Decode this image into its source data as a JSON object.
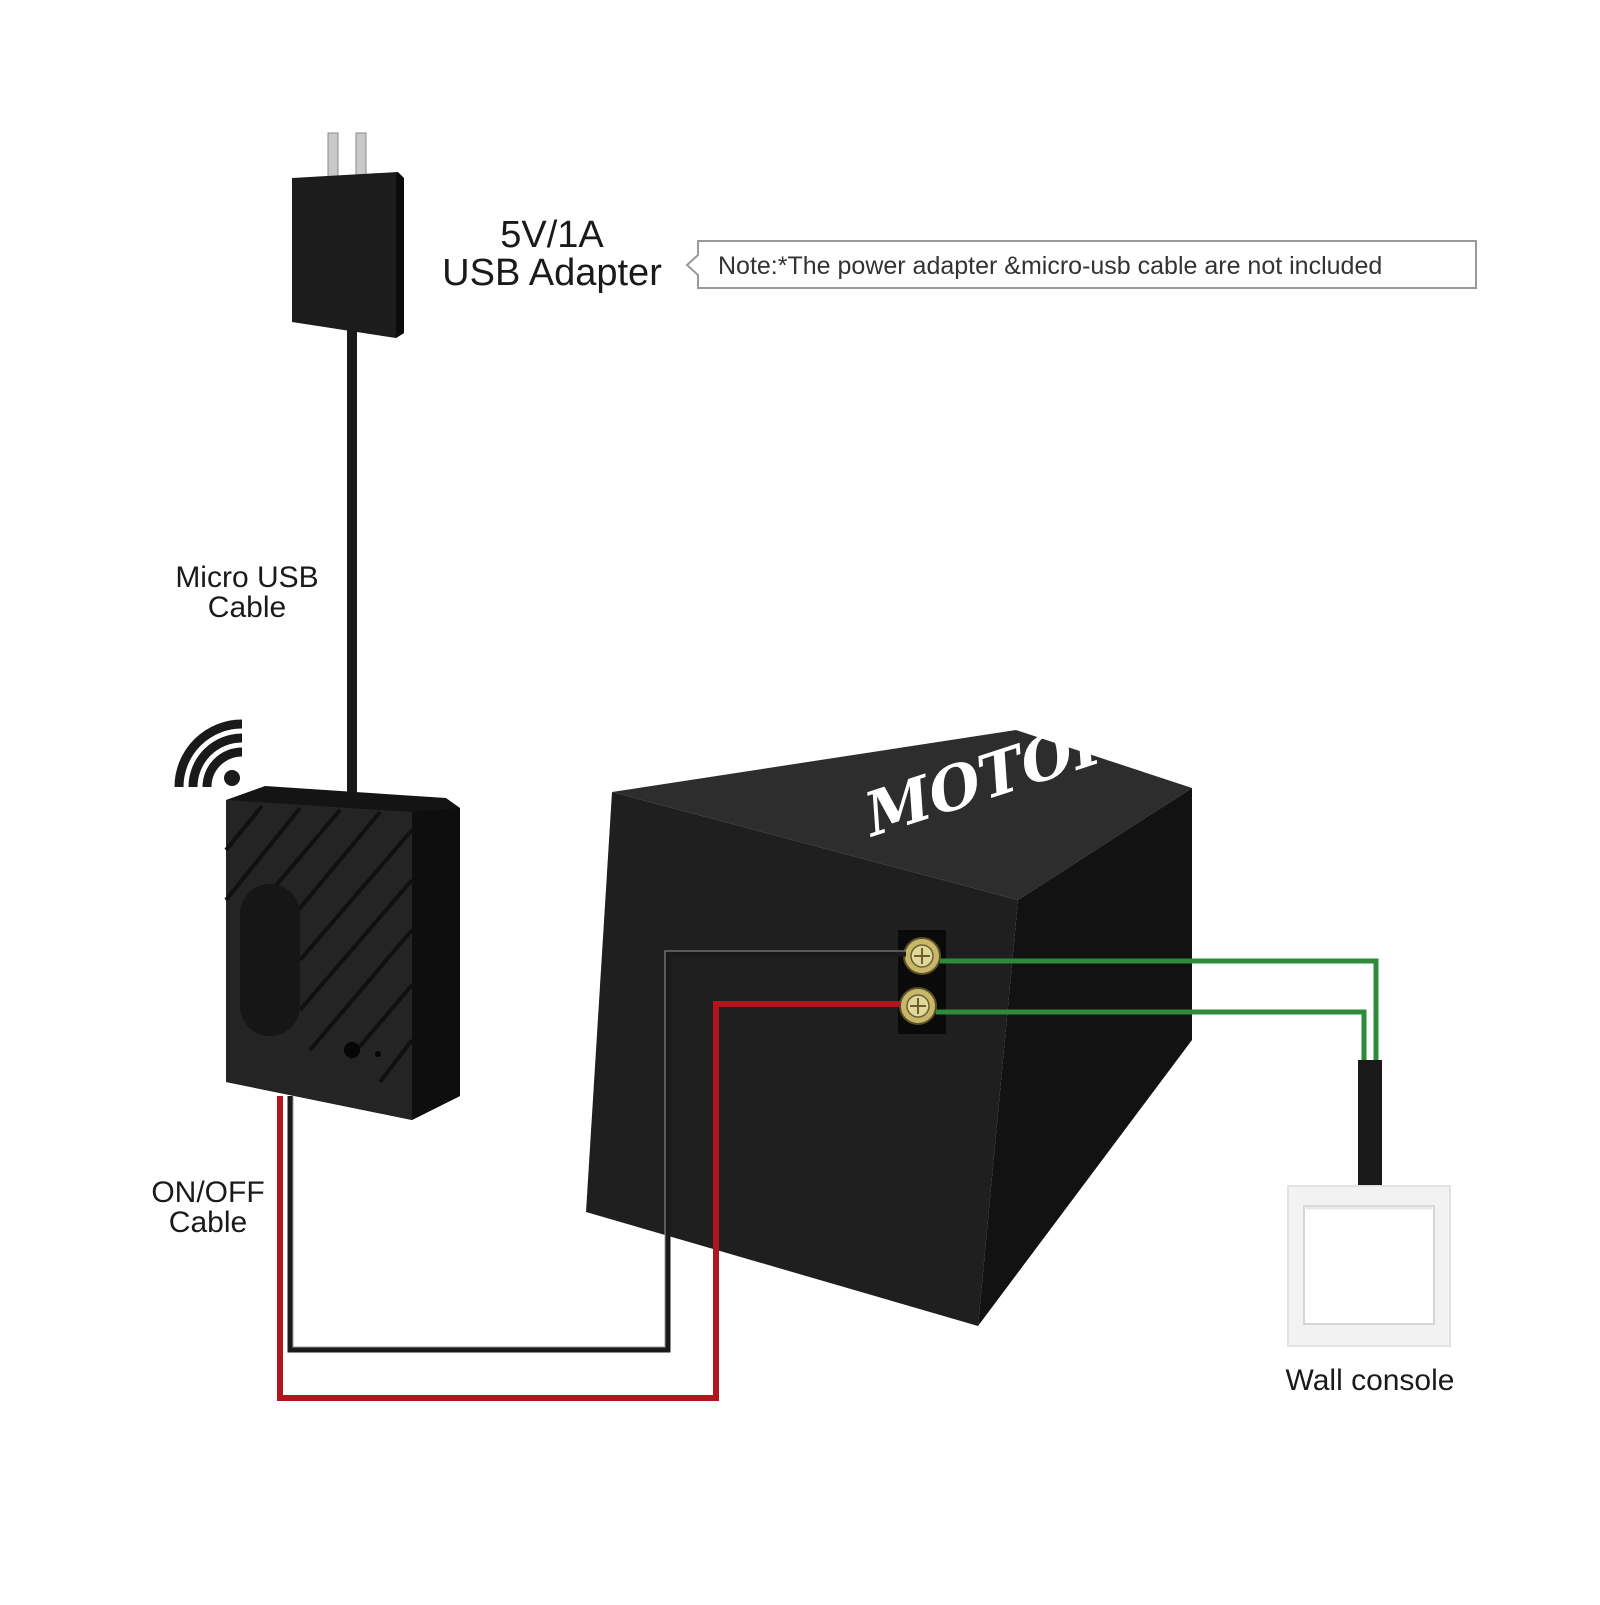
{
  "labels": {
    "adapter_line1": "5V/1A",
    "adapter_line2": "USB Adapter",
    "note": "Note:*The power adapter &micro-usb cable are not included",
    "micro_usb_line1": "Micro USB",
    "micro_usb_line2": "Cable",
    "onoff_line1": "ON/OFF",
    "onoff_line2": "Cable",
    "motor": "MOTOR",
    "wall_console": "Wall console"
  },
  "colors": {
    "device": "#1c1c1c",
    "motor_front": "#202020",
    "motor_top": "#2e2e2e",
    "motor_side": "#141414",
    "wire_red": "#b0161d",
    "wire_black": "#1a1a1a",
    "wire_green": "#2e8b3a",
    "switch_plate": "#f2f2f2"
  },
  "icons": {
    "wifi": "wifi-icon",
    "adapter": "usb-adapter-icon",
    "controller": "garage-controller-device",
    "motor": "motor-box",
    "terminals": "screw-terminal-icon",
    "switch": "wall-switch-icon"
  }
}
